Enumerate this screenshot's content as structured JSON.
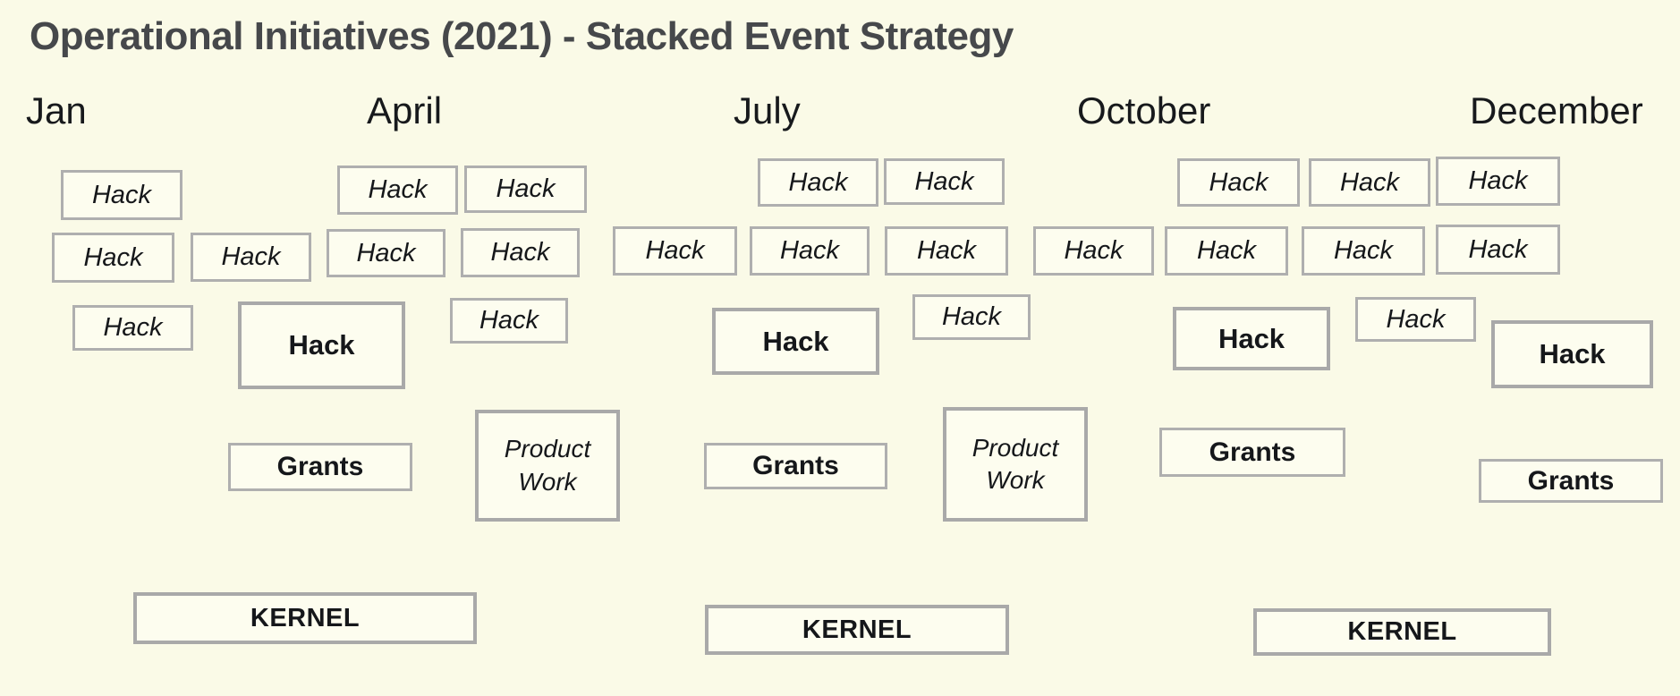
{
  "title": "Operational Initiatives (2021) - Stacked Event Strategy",
  "months": [
    "Jan",
    "April",
    "July",
    "October",
    "December"
  ],
  "boxes": [
    {
      "label": "Hack",
      "type": "hack-small"
    },
    {
      "label": "Hack",
      "type": "hack-small"
    },
    {
      "label": "Hack",
      "type": "hack-small"
    },
    {
      "label": "Hack",
      "type": "hack-small"
    },
    {
      "label": "Hack",
      "type": "hack-small"
    },
    {
      "label": "Hack",
      "type": "hack-small"
    },
    {
      "label": "Hack",
      "type": "hack-small"
    },
    {
      "label": "Hack",
      "type": "hack-small"
    },
    {
      "label": "Hack",
      "type": "hack-small"
    },
    {
      "label": "Hack",
      "type": "hack-small"
    },
    {
      "label": "Hack",
      "type": "hack-small"
    },
    {
      "label": "Hack",
      "type": "hack-small"
    },
    {
      "label": "Hack",
      "type": "hack-small"
    },
    {
      "label": "Hack",
      "type": "hack-small"
    },
    {
      "label": "Hack",
      "type": "hack-small"
    },
    {
      "label": "Hack",
      "type": "hack-small"
    },
    {
      "label": "Hack",
      "type": "hack-small"
    },
    {
      "label": "Hack",
      "type": "hack-small"
    },
    {
      "label": "Hack",
      "type": "hack-small"
    },
    {
      "label": "Hack",
      "type": "hack-small"
    },
    {
      "label": "Hack",
      "type": "hack-small"
    },
    {
      "label": "Hack",
      "type": "hack-small"
    },
    {
      "label": "Hack",
      "type": "hack-small"
    },
    {
      "label": "Hack",
      "type": "hack-major"
    },
    {
      "label": "Hack",
      "type": "hack-major"
    },
    {
      "label": "Hack",
      "type": "hack-major"
    },
    {
      "label": "Hack",
      "type": "hack-major"
    },
    {
      "label": "Grants",
      "type": "grants"
    },
    {
      "label": "Grants",
      "type": "grants"
    },
    {
      "label": "Grants",
      "type": "grants"
    },
    {
      "label": "Grants",
      "type": "grants"
    },
    {
      "label": "Product Work",
      "type": "product"
    },
    {
      "label": "Product Work",
      "type": "product"
    },
    {
      "label": "KERNEL",
      "type": "kernel"
    },
    {
      "label": "KERNEL",
      "type": "kernel"
    },
    {
      "label": "KERNEL",
      "type": "kernel"
    }
  ],
  "colors": {
    "background": "#FAFAE7",
    "box_fill": "#FDFDEF",
    "box_border": "#AFAFAF",
    "text": "#15171A",
    "title": "#46484B"
  }
}
